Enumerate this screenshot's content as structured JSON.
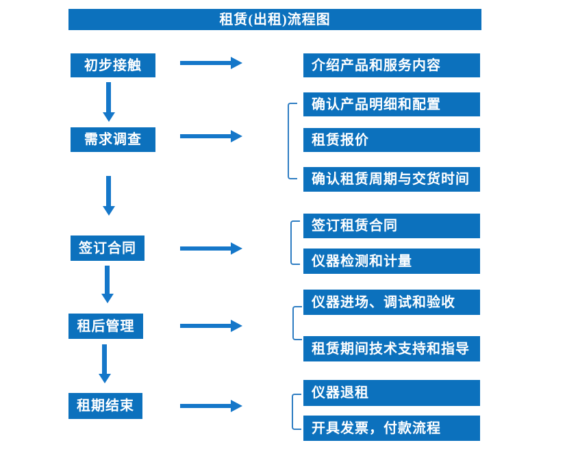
{
  "title": "租赁(出租)流程图",
  "colors": {
    "box_blue": "#0c71bd",
    "arrow_blue": "#1577c9",
    "bracket_blue": "#2d7cc2",
    "text_white": "#ffffff",
    "background": "#ffffff"
  },
  "steps": [
    {
      "label": "初步接触",
      "details": [
        "介绍产品和服务内容"
      ]
    },
    {
      "label": "需求调查",
      "details": [
        "确认产品明细和配置",
        "租赁报价",
        "确认租赁周期与交货时间"
      ]
    },
    {
      "label": "签订合同",
      "details": [
        "签订租赁合同",
        "仪器检测和计量"
      ]
    },
    {
      "label": "租后管理",
      "details": [
        "仪器进场、调试和验收",
        "租赁期间技术支持和指导"
      ]
    },
    {
      "label": "租期结束",
      "details": [
        "仪器退租",
        "开具发票，付款流程"
      ]
    }
  ]
}
